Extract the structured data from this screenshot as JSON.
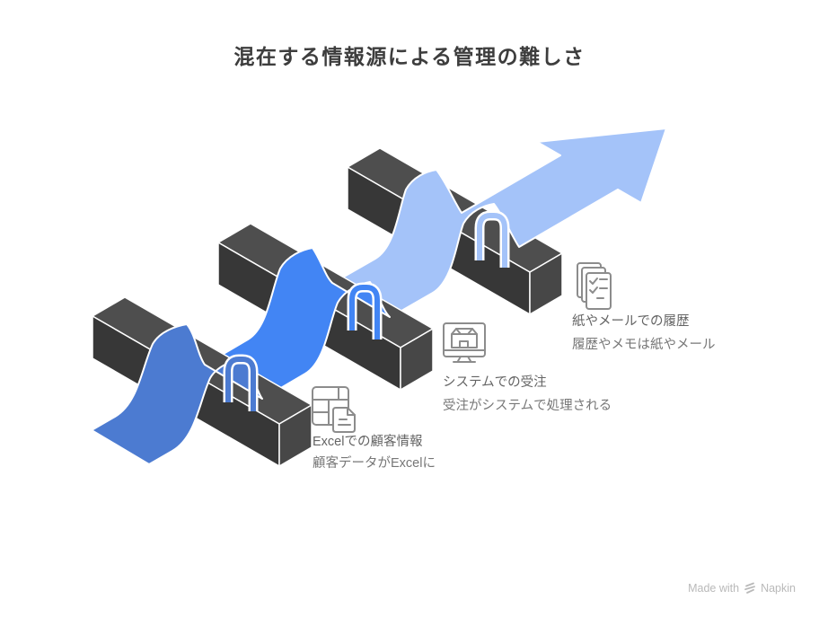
{
  "title": "混在する情報源による管理の難しさ",
  "steps": [
    {
      "icon": "spreadsheet-document-icon",
      "label": "Excelでの顧客情報",
      "description": "顧客データがExcelに"
    },
    {
      "icon": "monitor-package-icon",
      "label": "システムでの受注",
      "description": "受注がシステムで処理される"
    },
    {
      "icon": "checklist-pages-icon",
      "label": "紙やメールでの履歴",
      "description": "履歴やメモは紙やメール"
    }
  ],
  "diagram": {
    "type": "ribbon-arrow-weaving-over-hurdles",
    "colors": {
      "ribbon_start": "#4c7bd1",
      "ribbon_middle": "#4285f4",
      "ribbon_end": "#a4c3f9",
      "bar_top": "#4e4e4e",
      "bar_front": "#373737",
      "bar_end": "#474747",
      "edge_highlight": "#ffffff",
      "icon_stroke": "#8c8c8c",
      "title_text": "#3d3d3d",
      "label_text": "#646464",
      "description_text": "#777777",
      "watermark_text": "#b9b9b9"
    }
  },
  "watermark": {
    "prefix": "Made with",
    "brand": "Napkin"
  }
}
